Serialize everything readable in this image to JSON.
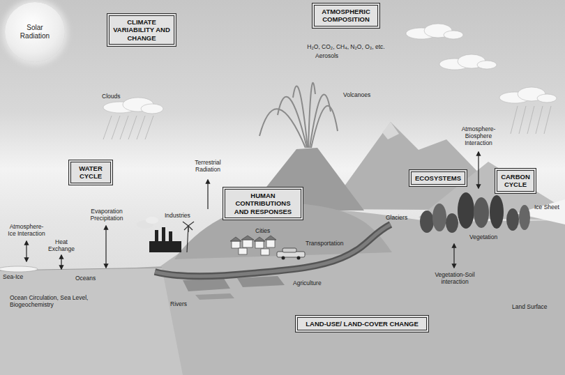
{
  "diagram": {
    "nodes": [
      {
        "text": [
          "Solar Radiation"
        ]
      },
      {
        "text": [
          "CLIMATE VARIABILITY AND CHANGE"
        ]
      },
      {
        "text": [
          "ATMOSPHERIC COMPOSITION"
        ]
      },
      {
        "text": [
          "WATER CYCLE"
        ]
      },
      {
        "text": [
          "HUMAN CONTRIBUTIONS AND RESPONSES"
        ]
      },
      {
        "text": [
          "ECOSYSTEMS"
        ]
      },
      {
        "text": [
          "CARBON CYCLE"
        ]
      },
      {
        "text": [
          "LAND-USE/ LAND-COVER CHANGE"
        ]
      }
    ],
    "labels": [
      "H₂O, CO₂, CH₄, N₂O, O₃, etc.",
      "Aerosols",
      "Clouds",
      "Volcanoes",
      "Terrestrial Radiation",
      "Industries",
      "Cities",
      "Transportation",
      "Glaciers",
      "Atmosphere-Biosphere Interaction",
      "Ice Sheet",
      "Atmosphere-Ice Interaction",
      "Heat Exchange",
      "Evaporation Precipitation",
      "Sea-Ice",
      "Oceans",
      "Ocean Circulation, Sea Level, Biogeochemistry",
      "Vegetation",
      "Vegetation-Soil interaction",
      "Agriculture",
      "Rivers",
      "Land Surface"
    ]
  }
}
